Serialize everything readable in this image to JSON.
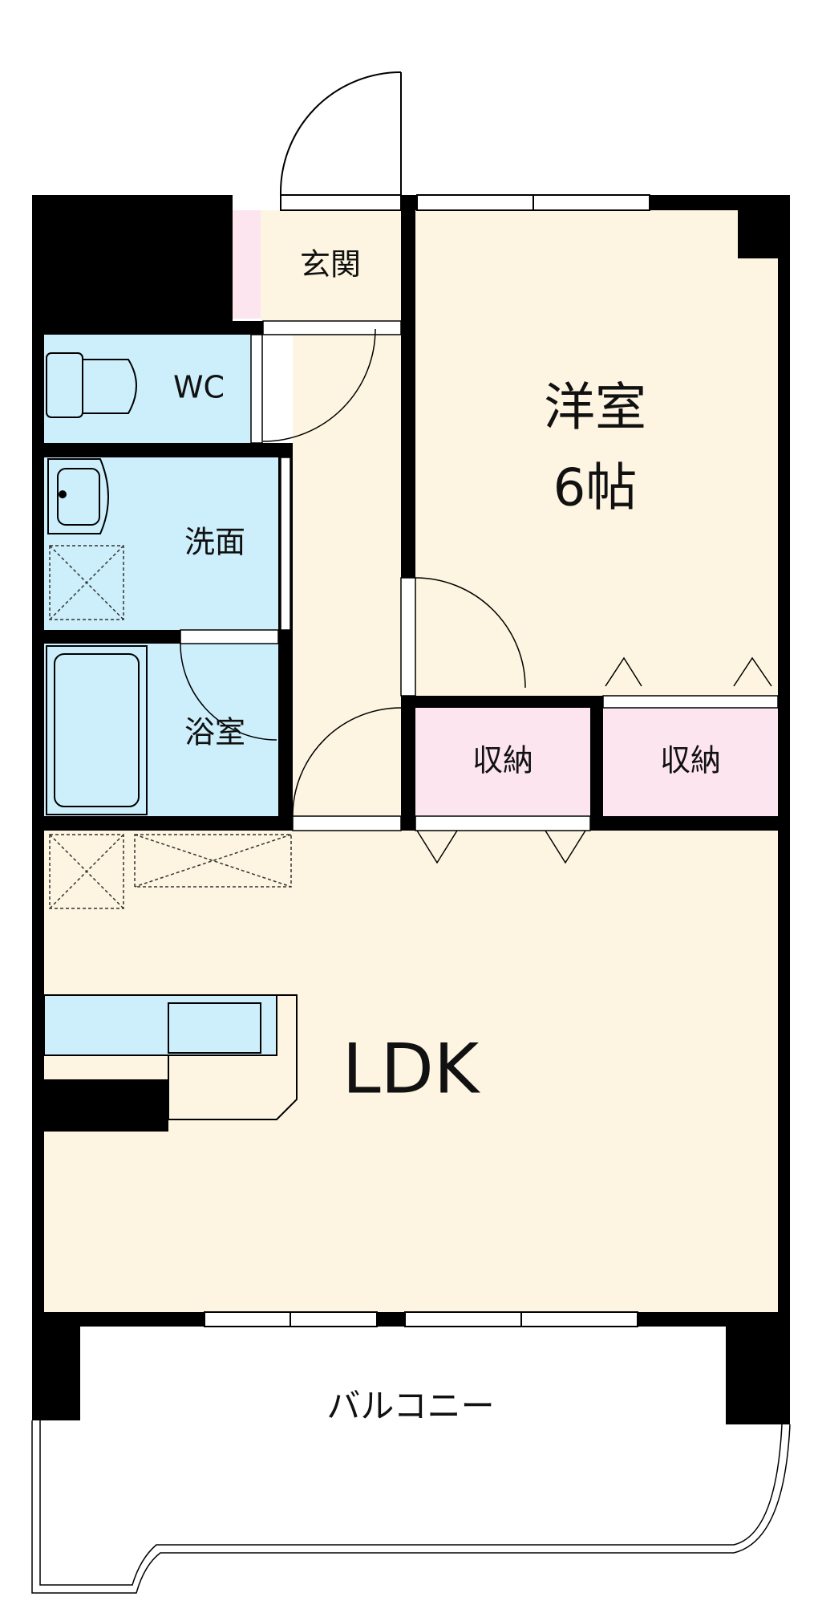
{
  "rooms": {
    "entrance": "玄関",
    "wc": "WC",
    "western_room": "洋室",
    "western_room_size": "6帖",
    "washroom": "洗面",
    "bathroom": "浴室",
    "storage_1": "収納",
    "storage_2": "収納",
    "ldk": "LDK",
    "balcony": "バルコニー"
  },
  "colors": {
    "floor": "#fdf5e1",
    "wet_area": "#cdeefb",
    "storage": "#fde5ef",
    "wall": "#000000"
  }
}
